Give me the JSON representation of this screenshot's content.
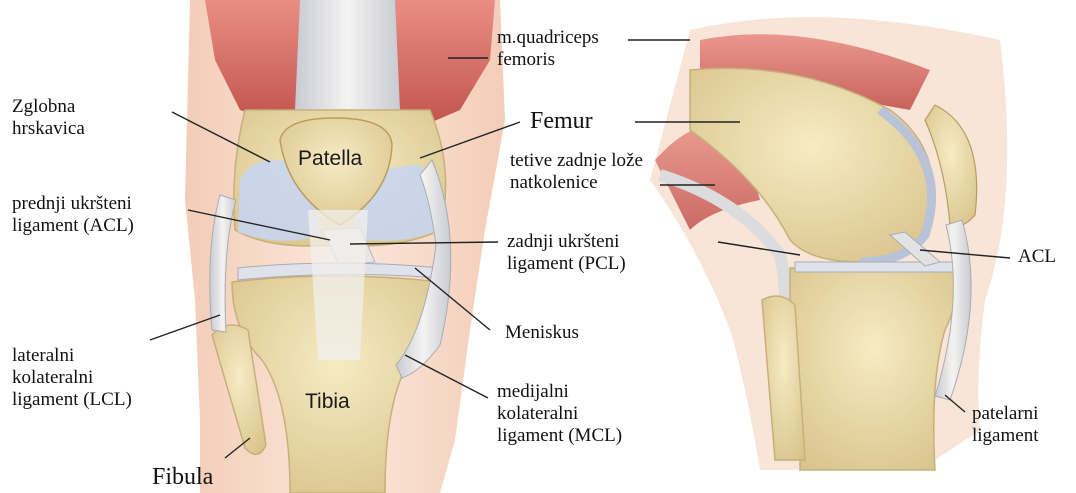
{
  "colors": {
    "muscle": "#d9675f",
    "muscle_light": "#efb8ad",
    "skin": "#f6dccb",
    "bone": "#efe0b0",
    "bone_dark": "#cdb77c",
    "cartilage": "#c9d6ee",
    "ligament": "#e7e5e3",
    "ligament_edge": "#a9abb3",
    "leader": "#222222"
  },
  "labels": {
    "quadriceps": [
      "m.quadriceps",
      "femoris"
    ],
    "cartilage": [
      "Zglobna",
      "hrskavica"
    ],
    "femur": "Femur",
    "hamstring_tendons": [
      "tetive zadnje lože",
      "natkolenice"
    ],
    "acl_front": [
      "prednji ukršteni",
      "ligament (ACL)"
    ],
    "pcl": [
      "zadnji ukršteni",
      "ligament (PCL)"
    ],
    "acl_side": "ACL",
    "meniscus": "Meniskus",
    "lcl": [
      "lateralni",
      "kolateralni",
      "ligament (LCL)"
    ],
    "mcl": [
      "medijalni",
      "kolateralni",
      "ligament (MCL)"
    ],
    "patellar_ligament": [
      "patelarni",
      "ligament"
    ],
    "fibula": "Fibula"
  },
  "bones": {
    "patella": "Patella",
    "tibia": "Tibia"
  }
}
